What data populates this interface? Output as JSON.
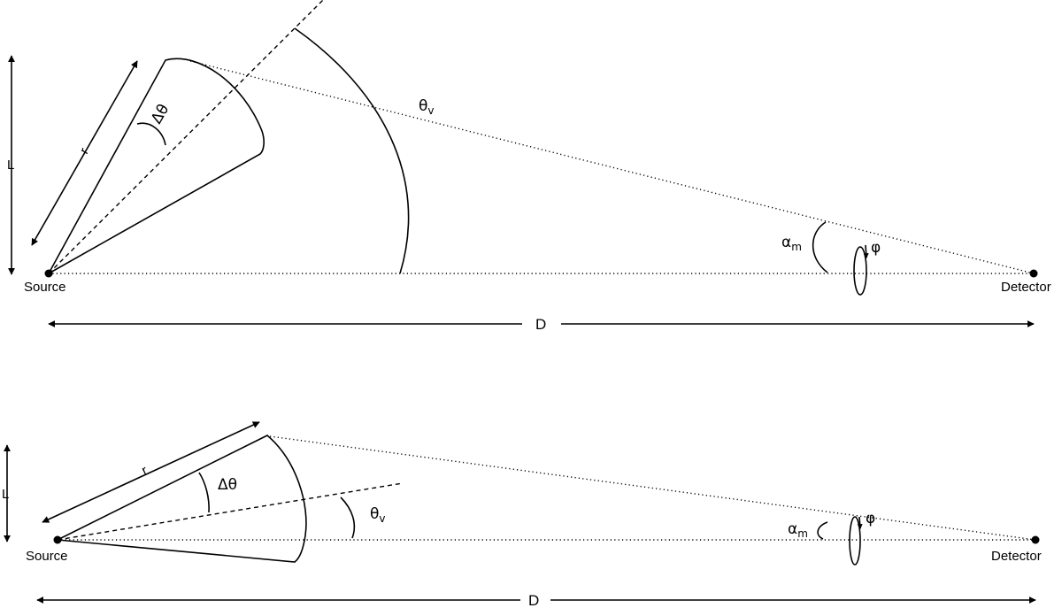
{
  "labels": {
    "source": "Source",
    "detector": "Detector",
    "distance": "D",
    "length": "L",
    "radius": "r",
    "delta_theta": "Δθ",
    "theta": "θ",
    "theta_sub": "v",
    "alpha": "α",
    "alpha_sub": "m",
    "phi": "φ"
  }
}
